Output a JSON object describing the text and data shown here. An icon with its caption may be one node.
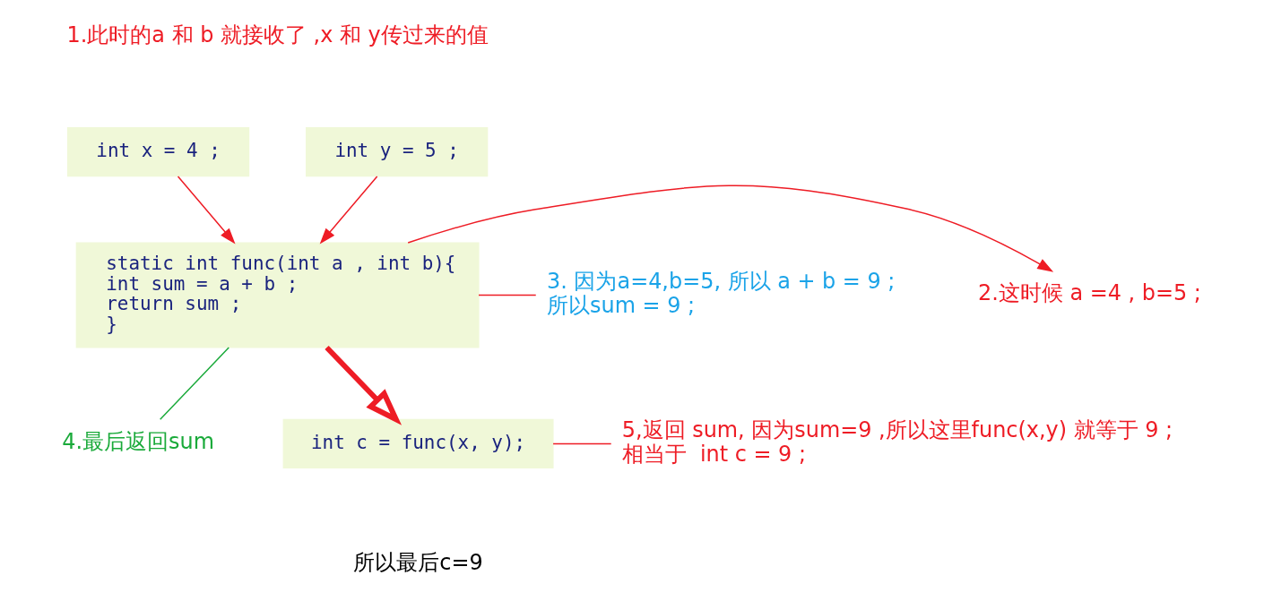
{
  "diagram": {
    "nodes": [
      {
        "text": [
          "int x = 4 ;"
        ]
      },
      {
        "text": [
          "int y = 5 ;"
        ]
      },
      {
        "text": [
          "static int func(int a , int b){",
          "int sum = a + b ;",
          "return sum ;",
          "}"
        ]
      },
      {
        "text": [
          "2.这时候 a =4 , b=5 ;"
        ]
      },
      {
        "text": [
          "3. 因为a=4,b=5, 所以 a + b = 9 ;",
          "所以sum = 9 ;"
        ]
      },
      {
        "text": [
          "4.最后返回sum"
        ]
      },
      {
        "text": [
          "int c = func(x, y);"
        ],
        "beside": [
          "所以最后c=9"
        ]
      },
      {
        "text": [
          "5,返回 sum, 因为sum=9 ,所以这里func(x,y) 就等于 9 ;",
          "相当于  int c = 9 ;"
        ]
      }
    ],
    "edges": [
      {
        "from": 0,
        "to": 2,
        "arrow": "to"
      },
      {
        "from": 1,
        "to": 2,
        "arrow": "to"
      },
      {
        "from": 2,
        "to": 3,
        "arrow": "to"
      },
      {
        "from": 2,
        "to": 4,
        "arrow": "none"
      },
      {
        "from": 2,
        "to": 5,
        "arrow": "none",
        "color": "#1aaa3a"
      },
      {
        "from": 2,
        "to": 6,
        "arrow": "to",
        "style": "thick"
      },
      {
        "from": 6,
        "to": 7,
        "arrow": "none"
      }
    ],
    "labels": [
      "1.此时的a 和 b 就接收了 ,x 和 y传过来的值"
    ]
  }
}
